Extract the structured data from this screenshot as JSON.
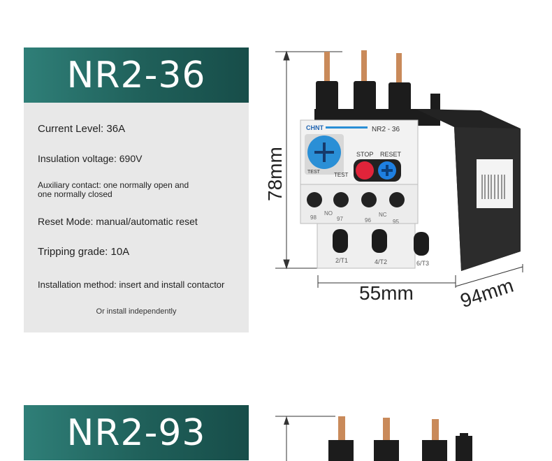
{
  "cards": [
    {
      "title": "NR2-36",
      "specs": {
        "current_level": "Current Level: 36A",
        "insulation_voltage": "Insulation voltage: 690V",
        "aux_contact_line1": "Auxiliary contact: one normally open and",
        "aux_contact_line2": "one normally closed",
        "reset_mode": "Reset Mode: manual/automatic reset",
        "tripping_grade": "Tripping grade: 10A",
        "installation_method": "Installation method: insert and install contactor",
        "installation_alt": "Or install independently"
      }
    },
    {
      "title": "NR2-93"
    }
  ],
  "product_image": {
    "brand": "CHNT",
    "model": "NR2 - 36",
    "stop_label": "STOP",
    "reset_label": "RESET",
    "test_label": "TEST",
    "test_label_small": "TEST",
    "terminals_top": [
      "98",
      "NO",
      "97",
      "96",
      "NC",
      "95"
    ],
    "terminals_bottom": [
      "2/T1",
      "4/T2",
      "6/T3"
    ],
    "dim_height": "78mm",
    "dim_width": "55mm",
    "dim_depth": "94mm",
    "colors": {
      "housing": "#1c1c1c",
      "faceplate": "#f2f2f2",
      "dial": "#2a8fd6",
      "stop_button": "#e0243a",
      "reset_button": "#1e7fe0",
      "copper": "#c98a5a"
    }
  }
}
